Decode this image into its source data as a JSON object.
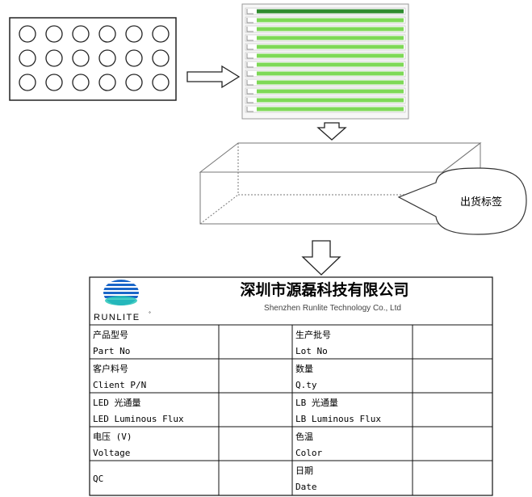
{
  "package_array": {
    "rows": 3,
    "cols": 6
  },
  "strip_count": 12,
  "colors": {
    "strip_green": "#7ed957",
    "strip_dark": "#2e8b2e",
    "line": "#222222",
    "logo_blue": "#1a66c8",
    "logo_teal": "#27c6b8"
  },
  "callout": {
    "text": "出货标签"
  },
  "label": {
    "company_cn": "深圳市源磊科技有限公司",
    "company_en": "Shenzhen Runlite Technology Co., Ltd",
    "logo_text": "RUNLITE",
    "rows": [
      {
        "left_cn": "产品型号",
        "left_en": "Part No",
        "right_cn": "生产批号",
        "right_en": "Lot No"
      },
      {
        "left_cn": "客户料号",
        "left_en": "Client P/N",
        "right_cn": "数量",
        "right_en": "Q.ty"
      },
      {
        "left_cn": "LED 光通量",
        "left_en": "LED Luminous Flux",
        "right_cn": "LB 光通量",
        "right_en": "LB Luminous Flux"
      },
      {
        "left_cn": "电压 (V)",
        "left_en": "Voltage",
        "right_cn": "色温",
        "right_en": "Color"
      },
      {
        "left_cn": "",
        "left_en": "QC",
        "right_cn": "日期",
        "right_en": "Date"
      }
    ]
  }
}
